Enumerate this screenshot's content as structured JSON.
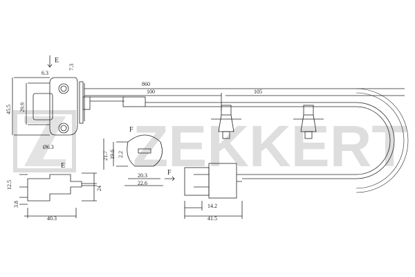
{
  "brand": {
    "watermark_text": "ZEKKERT",
    "watermark_color": "#d9d9d9"
  },
  "views": {
    "view_e_label": "E",
    "view_f_label": "F",
    "view_f_rot_label": "F"
  },
  "dimensions": {
    "overall_length": "860",
    "first_clip": "100",
    "clip_spacing": "105",
    "sensor_top_offset": "6.3",
    "flange_thickness": "7.3",
    "sensor_height": "45.5",
    "hole_spacing": "29.9",
    "hole_diameter": "Ø6.3",
    "connector_height_outer": "21.7",
    "connector_height_inner": "19.6",
    "connector_key": "2.2",
    "connector_width_inner": "20.3",
    "connector_width_outer": "22.6",
    "side_height_a": "12.5",
    "side_height_b": "3.8",
    "side_total_height": "24",
    "side_length": "40.3",
    "plug_inner": "14.2",
    "plug_length": "41.5"
  },
  "colors": {
    "line": "#222222",
    "watermark": "#d9d9d9"
  }
}
